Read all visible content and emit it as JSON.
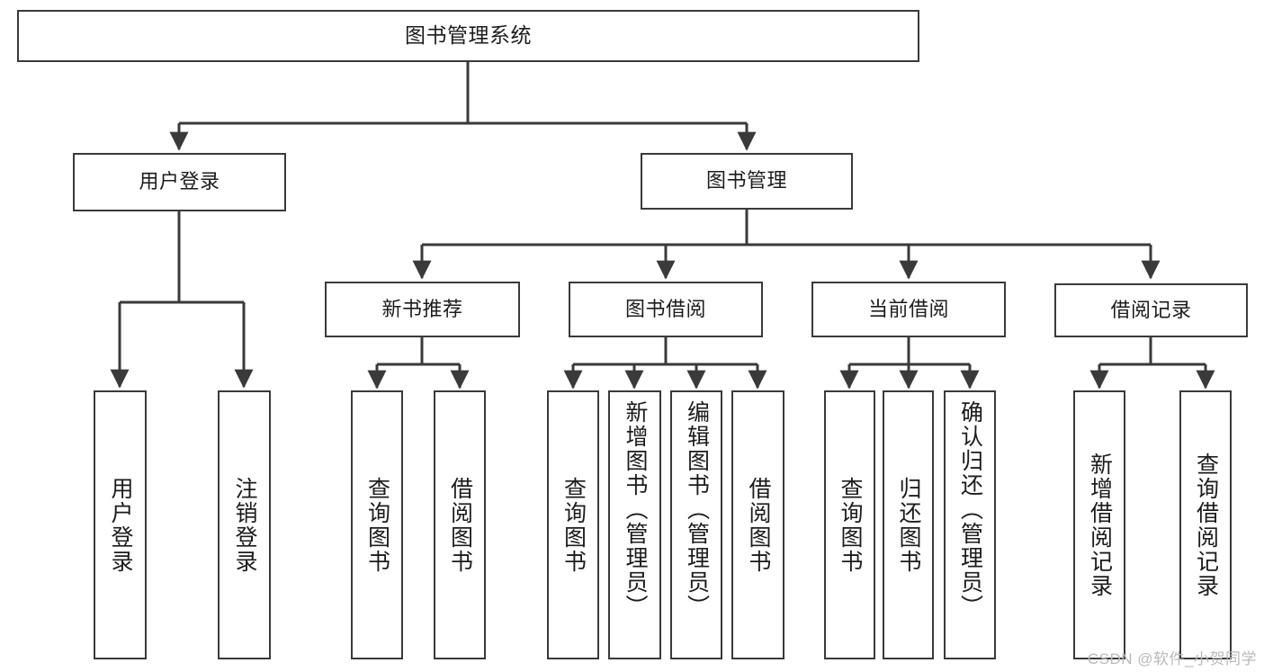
{
  "diagram": {
    "title": "图书管理系统",
    "type": "tree",
    "watermark": "CSDN @软件_小贺同学",
    "stroke_color": "#3a3a3a",
    "text_color": "#1c1c1c",
    "background": "#ffffff"
  },
  "nodes": {
    "root": {
      "label": "图书管理系统",
      "level": 0
    },
    "l1": [
      {
        "label": "用户登录",
        "level": 1
      },
      {
        "label": "图书管理",
        "level": 1
      }
    ],
    "l2": [
      {
        "label": "新书推荐",
        "level": 2
      },
      {
        "label": "图书借阅",
        "level": 2
      },
      {
        "label": "当前借阅",
        "level": 2
      },
      {
        "label": "借阅记录",
        "level": 2
      }
    ],
    "leaves": {
      "user_login": [
        {
          "label": "用户登录"
        },
        {
          "label": "注销登录"
        }
      ],
      "new_book_recommend": [
        {
          "label": "查询图书"
        },
        {
          "label": "借阅图书"
        }
      ],
      "book_borrow": [
        {
          "label": "查询图书"
        },
        {
          "label": "新增图书（管理员）"
        },
        {
          "label": "编辑图书（管理员）"
        },
        {
          "label": "借阅图书"
        }
      ],
      "current_borrow": [
        {
          "label": "查询图书"
        },
        {
          "label": "归还图书"
        },
        {
          "label": "确认归还（管理员）"
        }
      ],
      "borrow_record": [
        {
          "label": "新增借阅记录"
        },
        {
          "label": "查询借阅记录"
        }
      ]
    }
  },
  "edges": [
    {
      "from": "图书管理系统",
      "to": "用户登录"
    },
    {
      "from": "图书管理系统",
      "to": "图书管理"
    },
    {
      "from": "用户登录",
      "to": "用户登录"
    },
    {
      "from": "用户登录",
      "to": "注销登录"
    },
    {
      "from": "图书管理",
      "to": "新书推荐"
    },
    {
      "from": "图书管理",
      "to": "图书借阅"
    },
    {
      "from": "图书管理",
      "to": "当前借阅"
    },
    {
      "from": "图书管理",
      "to": "借阅记录"
    },
    {
      "from": "新书推荐",
      "to": "查询图书"
    },
    {
      "from": "新书推荐",
      "to": "借阅图书"
    },
    {
      "from": "图书借阅",
      "to": "查询图书"
    },
    {
      "from": "图书借阅",
      "to": "新增图书（管理员）"
    },
    {
      "from": "图书借阅",
      "to": "编辑图书（管理员）"
    },
    {
      "from": "图书借阅",
      "to": "借阅图书"
    },
    {
      "from": "当前借阅",
      "to": "查询图书"
    },
    {
      "from": "当前借阅",
      "to": "归还图书"
    },
    {
      "from": "当前借阅",
      "to": "确认归还（管理员）"
    },
    {
      "from": "借阅记录",
      "to": "新增借阅记录"
    },
    {
      "from": "借阅记录",
      "to": "查询借阅记录"
    }
  ]
}
